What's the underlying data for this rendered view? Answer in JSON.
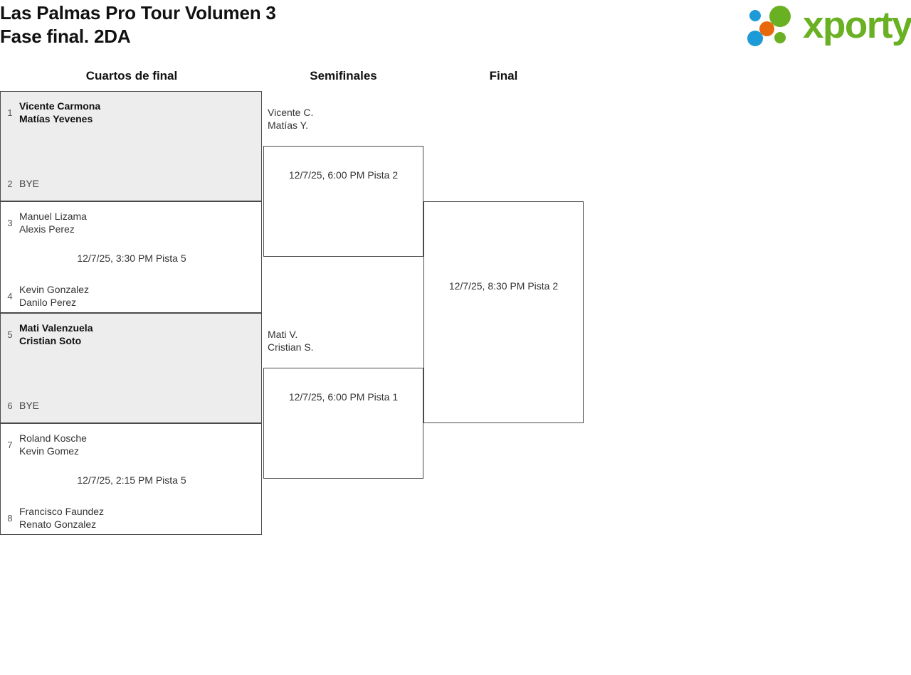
{
  "header": {
    "title_line1": "Las Palmas Pro Tour Volumen 3",
    "title_line2": "Fase final. 2DA",
    "title": "Las Palmas Pro Tour Volumen 3\nFase final. 2DA"
  },
  "logo": {
    "wordmark": "xporty",
    "green": "#6ab023",
    "blue": "#1e9bd7",
    "orange": "#e8690b",
    "dots": [
      {
        "name": "logo-dot-blue-small",
        "color": "#1e9bd7"
      },
      {
        "name": "logo-dot-orange",
        "color": "#e8690b"
      },
      {
        "name": "logo-dot-blue-large",
        "color": "#1e9bd7"
      },
      {
        "name": "logo-dot-green-large",
        "color": "#6ab023"
      },
      {
        "name": "logo-dot-green-small",
        "color": "#6ab023"
      }
    ]
  },
  "rounds": [
    {
      "label": "Cuartos de final"
    },
    {
      "label": "Semifinales"
    },
    {
      "label": "Final"
    }
  ],
  "bracket": {
    "quarterfinals": [
      {
        "highlight": true,
        "schedule": "",
        "top": {
          "seed": "1",
          "names": "Vicente Carmona\nMatías Yevenes",
          "winner": true,
          "bye": false
        },
        "bottom": {
          "seed": "2",
          "names": "BYE",
          "winner": false,
          "bye": true
        }
      },
      {
        "highlight": false,
        "schedule": "12/7/25, 3:30 PM Pista 5",
        "top": {
          "seed": "3",
          "names": "Manuel Lizama\nAlexis Perez",
          "winner": false,
          "bye": false
        },
        "bottom": {
          "seed": "4",
          "names": "Kevin Gonzalez\nDanilo Perez",
          "winner": false,
          "bye": false
        }
      },
      {
        "highlight": true,
        "schedule": "",
        "top": {
          "seed": "5",
          "names": "Mati Valenzuela\nCristian Soto",
          "winner": true,
          "bye": false
        },
        "bottom": {
          "seed": "6",
          "names": "BYE",
          "winner": false,
          "bye": true
        }
      },
      {
        "highlight": false,
        "schedule": "12/7/25, 2:15 PM Pista 5",
        "top": {
          "seed": "7",
          "names": "Roland Kosche\nKevin Gomez",
          "winner": false,
          "bye": false
        },
        "bottom": {
          "seed": "8",
          "names": "Francisco Faundez\nRenato Gonzalez",
          "winner": false,
          "bye": false
        }
      }
    ],
    "semifinals": [
      {
        "advancing": "Vicente C.\nMatías Y.",
        "schedule": "12/7/25, 6:00 PM Pista 2"
      },
      {
        "advancing": "Mati V.\nCristian S.",
        "schedule": "12/7/25, 6:00 PM Pista 1"
      }
    ],
    "final": [
      {
        "advancing": "",
        "schedule": "12/7/25, 8:30 PM Pista 2"
      }
    ]
  }
}
